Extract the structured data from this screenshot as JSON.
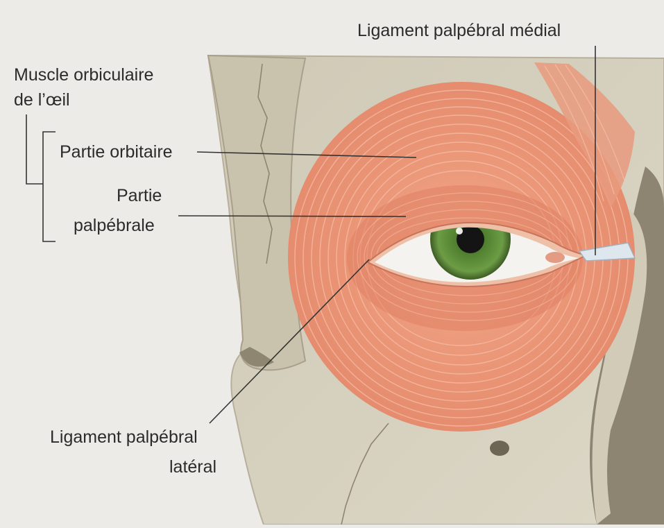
{
  "labels": {
    "medial_ligament": "Ligament palpébral médial",
    "muscle_line1": "Muscle orbiculaire",
    "muscle_line2": "de l’œil",
    "orbital_part": "Partie orbitaire",
    "palpebral_line1": "Partie",
    "palpebral_line2": "palpébrale",
    "lateral_line1": "Ligament palpébral",
    "lateral_line2": "latéral"
  },
  "colors": {
    "background": "#ecebe8",
    "bone": "#d9d4c3",
    "bone_shadow": "#a9a08c",
    "muscle": "#e9967a",
    "muscle_fiber": "#f6bfa8",
    "iris": "#5c8f3a",
    "sclera": "#f5f3f0",
    "leader_line": "#333333"
  }
}
